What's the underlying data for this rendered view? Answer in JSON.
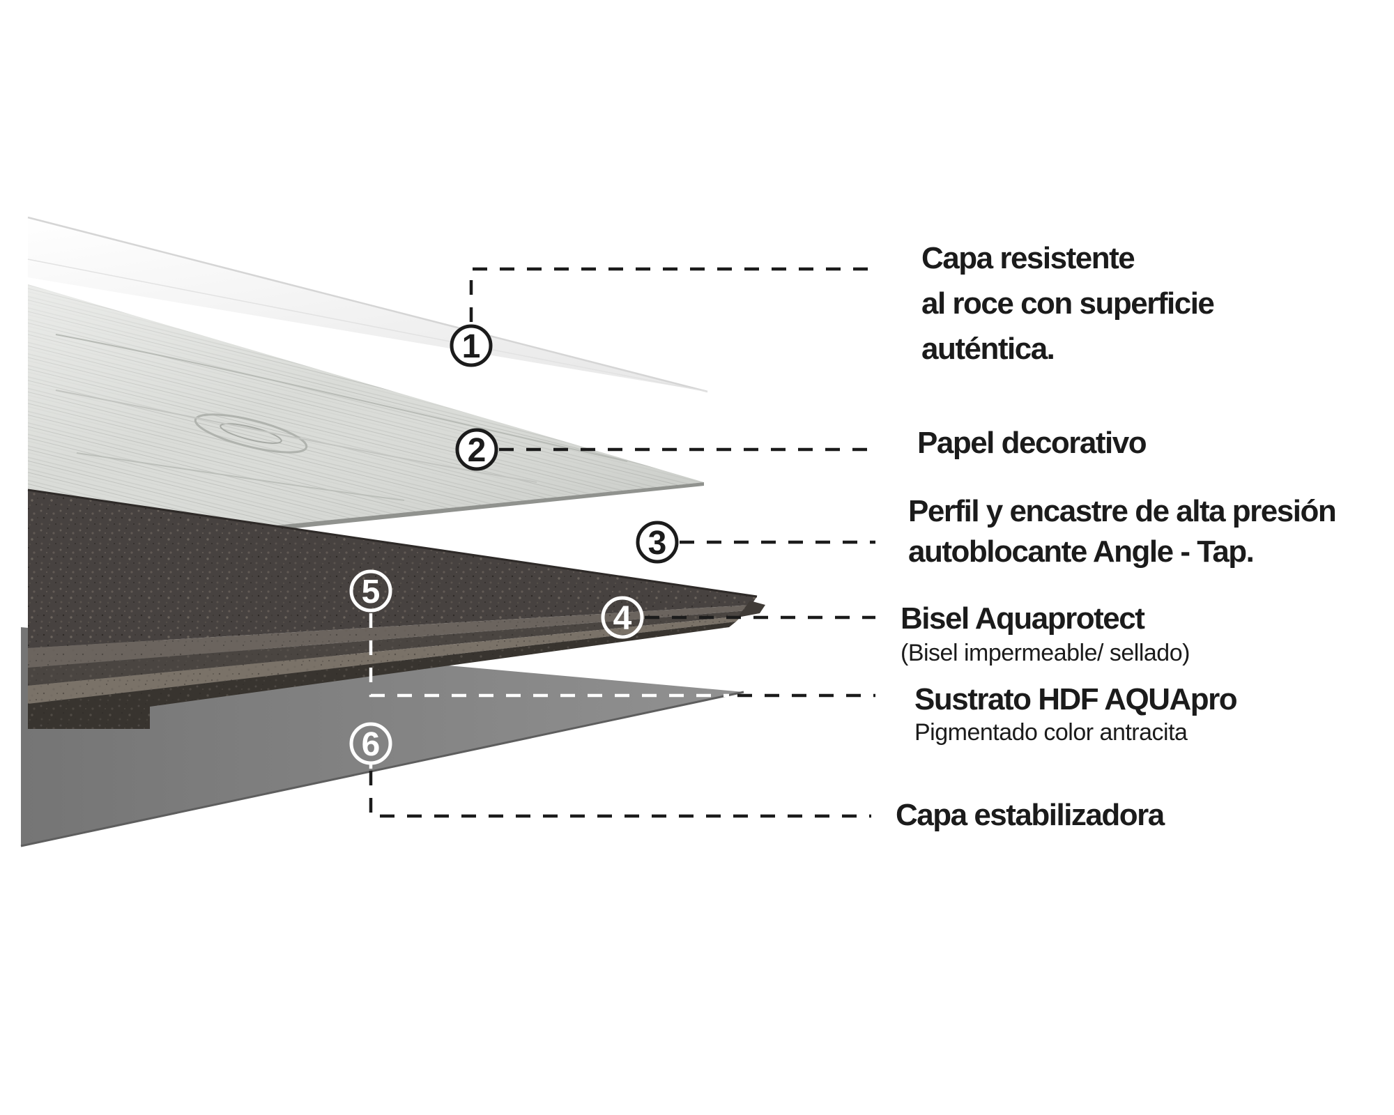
{
  "diagram": {
    "type": "exploded-layer-diagram",
    "subject": "laminate flooring plank construction layers",
    "callouts": [
      {
        "number": "1",
        "lines": [
          "Capa resistente",
          "al roce con superficie",
          "auténtica."
        ],
        "sub": ""
      },
      {
        "number": "2",
        "lines": [
          "Papel decorativo"
        ],
        "sub": ""
      },
      {
        "number": "3",
        "lines": [
          "Perfil y encastre de alta presión",
          "autoblocante Angle - Tap."
        ],
        "sub": ""
      },
      {
        "number": "4",
        "lines": [
          "Bisel Aquaprotect"
        ],
        "sub": "(Bisel impermeable/ sellado)"
      },
      {
        "number": "5",
        "lines": [
          "Sustrato HDF AQUApro"
        ],
        "sub": "Pigmentado color antracita"
      },
      {
        "number": "6",
        "lines": [
          "Capa estabilizadora"
        ],
        "sub": ""
      }
    ],
    "colors": {
      "text": "#1b1b1b",
      "leader_line_dark": "#1b1b1b",
      "leader_line_light": "#ffffff",
      "wear_layer_sheet": "#f4f4f4",
      "decorative_paper": "#d9dbd7",
      "hdf_board": "#474240",
      "stabilizing_sheet": "#808080"
    }
  }
}
